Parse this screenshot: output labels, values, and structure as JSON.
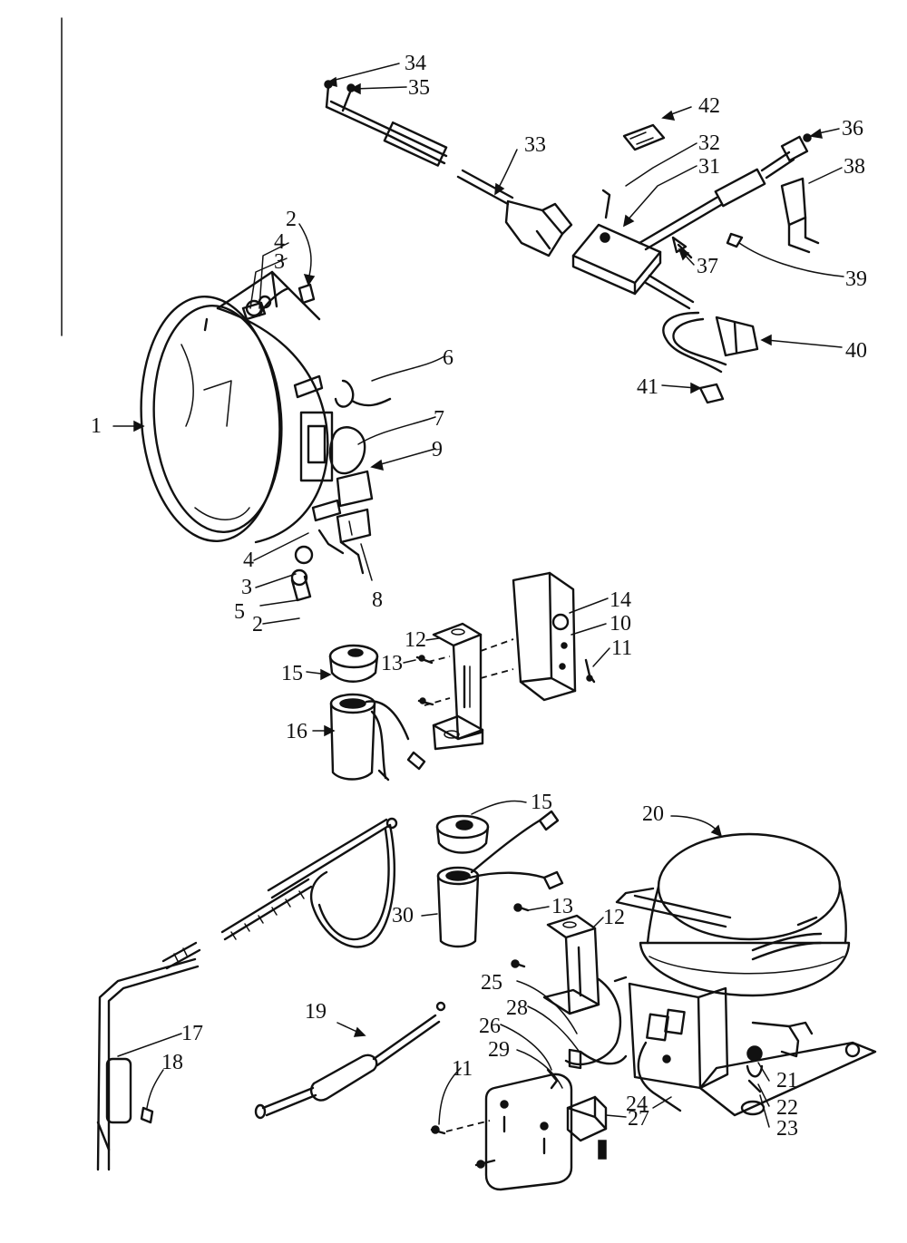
{
  "labels": {
    "l1": "1",
    "l2a": "2",
    "l2b": "2",
    "l3a": "3",
    "l3b": "3",
    "l4a": "4",
    "l4b": "4",
    "l5": "5",
    "l6": "6",
    "l7": "7",
    "l8": "8",
    "l9": "9",
    "l10": "10",
    "l11a": "11",
    "l11b": "11",
    "l12a": "12",
    "l12b": "12",
    "l13a": "13",
    "l13b": "13",
    "l14": "14",
    "l15a": "15",
    "l15b": "15",
    "l16": "16",
    "l17": "17",
    "l18": "18",
    "l19": "19",
    "l20": "20",
    "l21": "21",
    "l22": "22",
    "l23": "23",
    "l24": "24",
    "l25": "25",
    "l26": "26",
    "l27": "27",
    "l28": "28",
    "l29": "29",
    "l30": "30",
    "l31": "31",
    "l32": "32",
    "l33": "33",
    "l34": "34",
    "l35": "35",
    "l36": "36",
    "l37": "37",
    "l38": "38",
    "l39": "39",
    "l40": "40",
    "l41": "41",
    "l42": "42"
  },
  "colors": {
    "ink": "#111111",
    "paper": "#ffffff"
  }
}
